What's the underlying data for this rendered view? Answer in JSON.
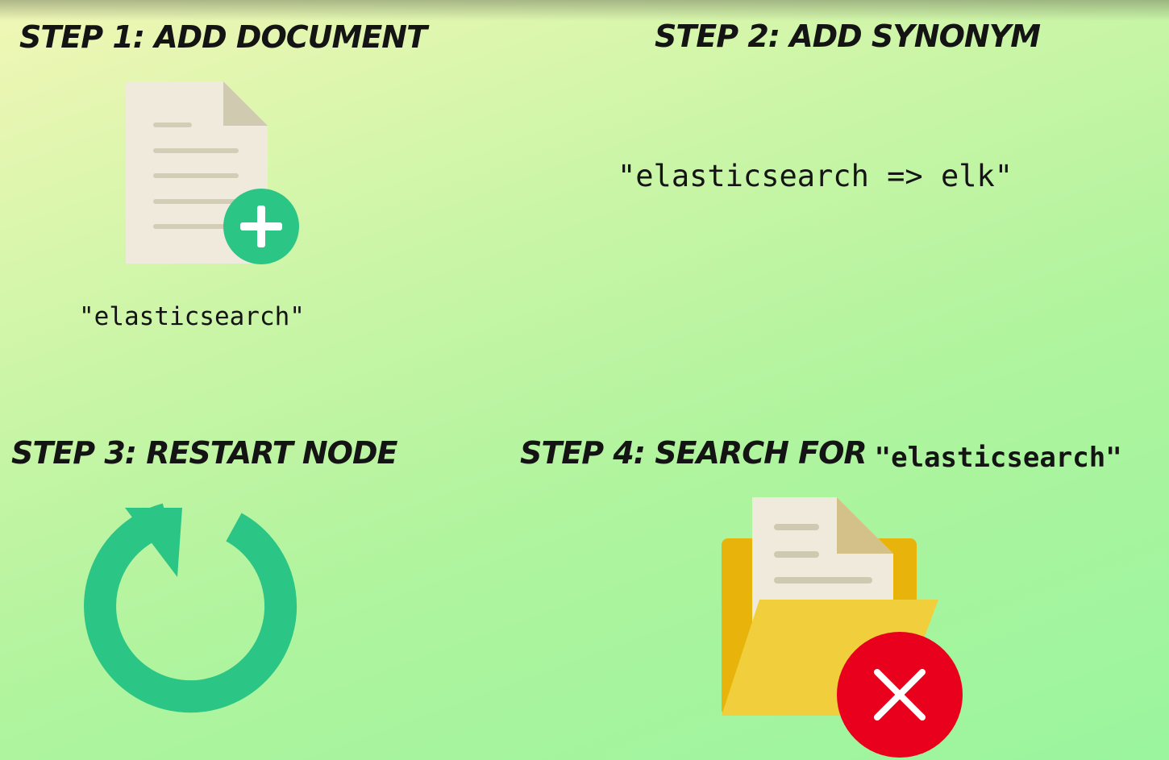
{
  "steps": [
    {
      "title": "STEP 1: ADD DOCUMENT",
      "term": "\"elasticsearch\"",
      "icon": "document-add-icon"
    },
    {
      "title": "STEP 2: ADD SYNONYM",
      "rule": "\"elasticsearch => elk\""
    },
    {
      "title": "STEP 3: RESTART NODE",
      "icon": "restart-icon"
    },
    {
      "title": "STEP 4: SEARCH FOR",
      "query": "\"elasticsearch\"",
      "icon": "folder-not-found-icon"
    }
  ],
  "colors": {
    "accent_green": "#2bc585",
    "error_red": "#e8001c",
    "folder_yellow": "#f1cf3c",
    "paper": "#efeadb"
  }
}
